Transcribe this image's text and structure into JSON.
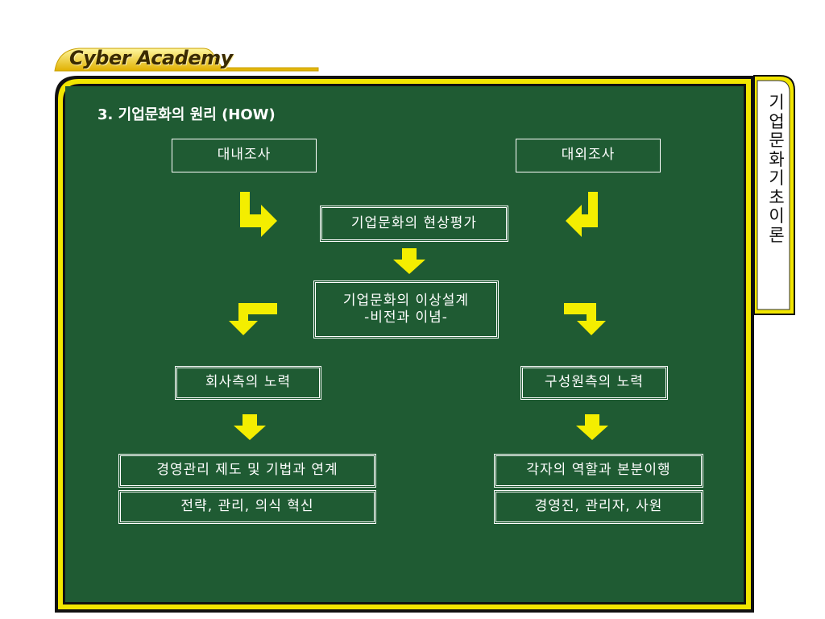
{
  "logo": {
    "text": "Cyber Academy"
  },
  "slide": {
    "title": "3. 기업문화의 원리 (HOW)"
  },
  "side_tab": {
    "characters": [
      "기",
      "업",
      "문",
      "화",
      "기",
      "초",
      "이",
      "론"
    ]
  },
  "nodes": {
    "internal": "대내조사",
    "external": "대외조사",
    "evaluation": "기업문화의 현상평가",
    "design_line1": "기업문화의 이상설계",
    "design_line2": "-비전과 이념-",
    "company": "회사측의 노력",
    "members": "구성원측의 노력",
    "mgmt_title": "경영관리 제도 및 기법과 연계",
    "mgmt_sub": "전략, 관리, 의식 혁신",
    "roles_title": "각자의 역할과 본분이행",
    "roles_sub": "경영진, 관리자, 사원"
  },
  "colors": {
    "board": "#1f5b33",
    "frame": "#f2e600",
    "arrow": "#f4ee00",
    "tab_bg": "#ffffff"
  }
}
